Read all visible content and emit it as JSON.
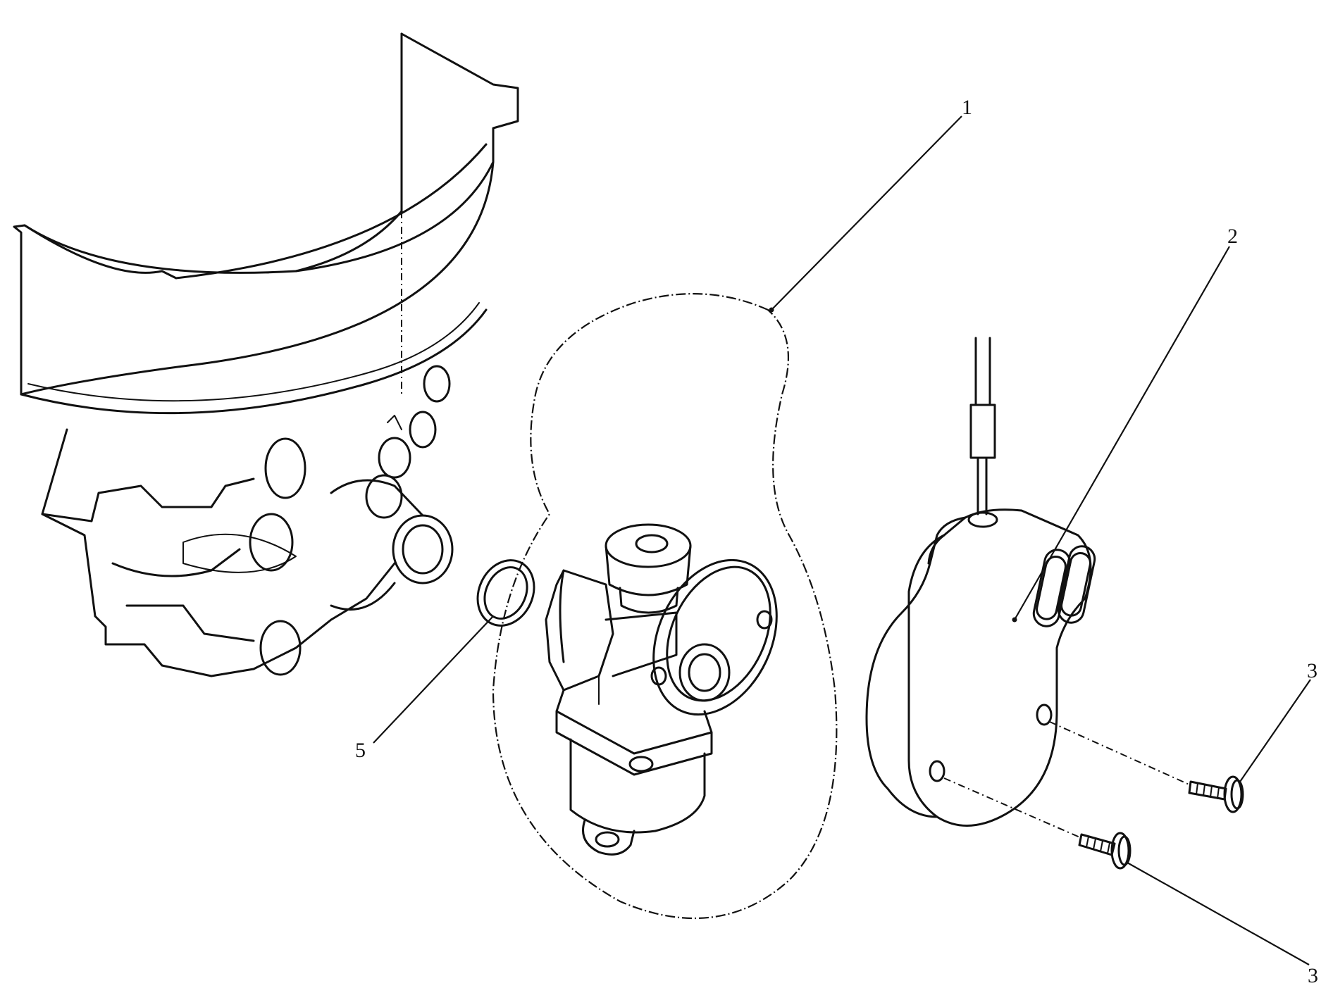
{
  "callouts": {
    "c1": "1",
    "c2": "2",
    "c3a": "3",
    "c3b": "3",
    "c5": "5"
  },
  "colors": {
    "line": "#111111",
    "background": "#ffffff"
  }
}
